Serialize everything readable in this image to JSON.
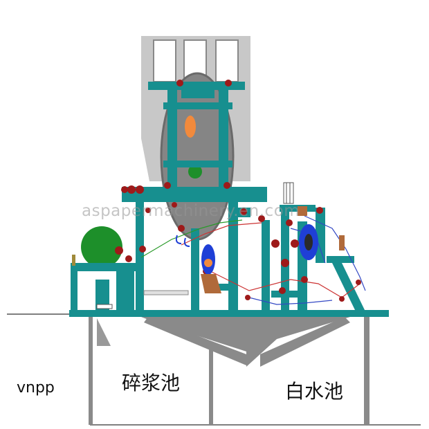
{
  "watermark": "aspapermachinery.en.com",
  "labels": {
    "vnpp": "vnpp",
    "broke_pit": "碎浆池",
    "white_water_pit": "白水池"
  },
  "colors": {
    "frame": "#178f8f",
    "hood": "#c7c7c7",
    "dryer": "#858585",
    "felt_roll": "#9e1a1a",
    "reel_drum": "#1d8f2a",
    "motor_blue": "#1f3fd6",
    "orange": "#f28a3c",
    "ground": "#5a5a5a"
  }
}
